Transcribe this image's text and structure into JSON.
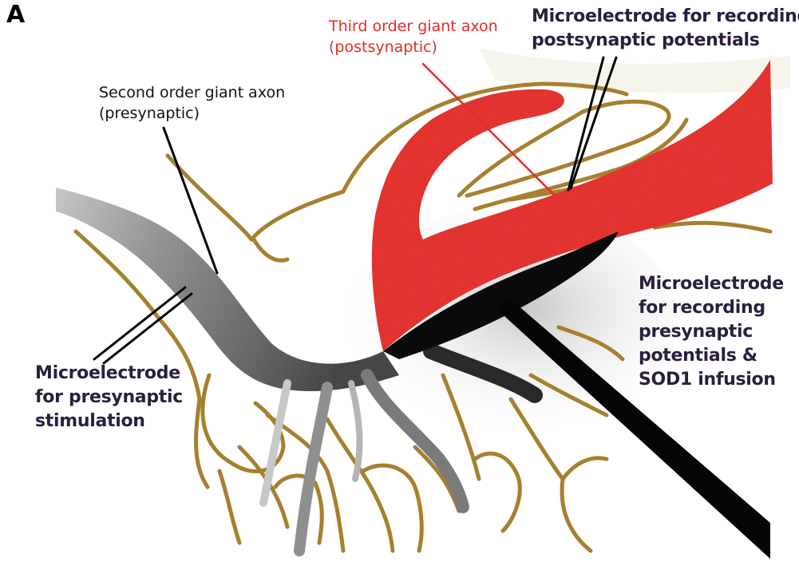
{
  "panel_letter": "A",
  "labels": {
    "second_order_axon": {
      "line1": "Second order giant axon",
      "line2": "(presynaptic)"
    },
    "third_order_axon": {
      "line1": "Third order giant axon",
      "line2": "(postsynaptic)"
    },
    "postsynaptic_electrode": {
      "line1": "Microelectrode for recording",
      "line2": "postsynaptic potentials"
    },
    "presynaptic_recording_electrode": {
      "line1": "Microelectrode",
      "line2": "for recording",
      "line3": "presynaptic",
      "line4": "potentials &",
      "line5": "SOD1 infusion"
    },
    "stimulation_electrode": {
      "line1": "Microelectrode",
      "line2": "for presynaptic",
      "line3": "stimulation"
    }
  },
  "colors": {
    "postsynaptic_axon": "#e42b27",
    "presynaptic_axon": "#5a5a5a",
    "nerve_outline": "#a6802f",
    "postsynaptic_label": "#e42b27",
    "electrode_label": "#2a1f3d",
    "leader_line": "#000000"
  }
}
